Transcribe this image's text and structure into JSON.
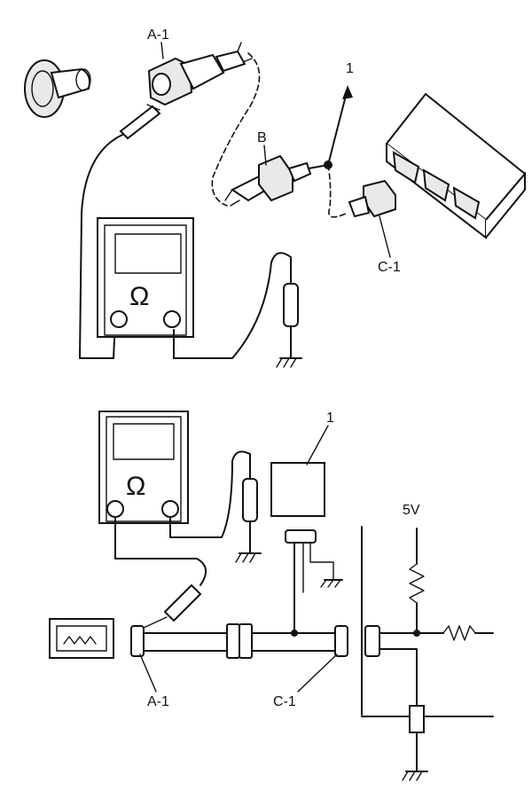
{
  "labels": {
    "top_a1": "A-1",
    "top_b": "B",
    "top_1": "1",
    "top_c1": "C-1",
    "top_ohm": "Ω",
    "bottom_1": "1",
    "bottom_ohm": "Ω",
    "bottom_5v": "5V",
    "bottom_a1": "A-1",
    "bottom_c1": "C-1"
  },
  "icons": {
    "ohmmeter": "multimeter-icon",
    "ground": "ground-icon",
    "sensor": "sensor-icon",
    "ecu": "ecu-module-icon",
    "resistor": "resistor-icon"
  }
}
